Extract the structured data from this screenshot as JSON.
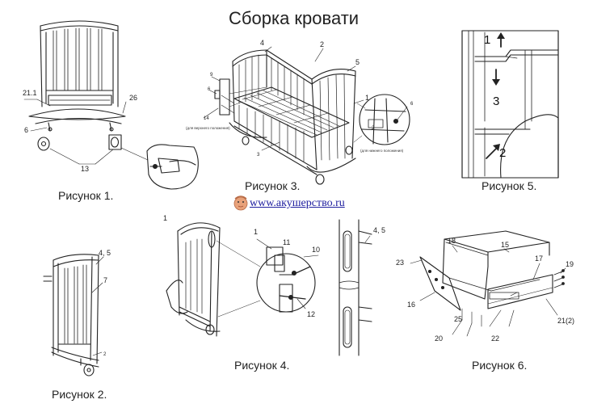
{
  "title": "Сборка кровати",
  "website": "www.акушерство.ru",
  "figures": {
    "fig1": {
      "caption": "Рисунок 1.",
      "labels": [
        "21.1",
        "26",
        "6",
        "13"
      ]
    },
    "fig2": {
      "caption": "Рисунок 2.",
      "labels": [
        "4, 5",
        "7",
        "2"
      ]
    },
    "fig3": {
      "caption": "Рисунок 3.",
      "labels": [
        "4",
        "2",
        "5",
        "1",
        "9",
        "6",
        "14",
        "3",
        "2",
        "6"
      ],
      "notes": [
        "(для верхнего положения)",
        "(для нижнего положения)"
      ]
    },
    "fig4": {
      "caption": "Рисунок 4.",
      "labels": [
        "1",
        "1",
        "11",
        "10",
        "4, 5",
        "12"
      ]
    },
    "fig5": {
      "caption": "Рисунок 5.",
      "labels": [
        "1",
        "3",
        "2"
      ]
    },
    "fig6": {
      "caption": "Рисунок 6.",
      "labels": [
        "18",
        "15",
        "17",
        "19",
        "23",
        "16",
        "25",
        "20",
        "22",
        "21(2)"
      ]
    }
  }
}
